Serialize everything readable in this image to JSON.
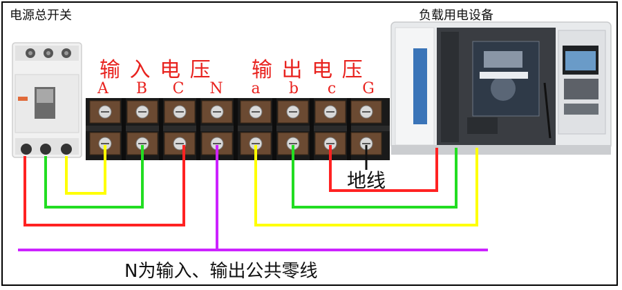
{
  "labels": {
    "main_switch": "电源总开关",
    "load_device": "负载用电设备",
    "input_voltage": "输 入 电 压",
    "output_voltage": "输 出 电 压",
    "ground_wire": "地线",
    "neutral_note": "N为输入、输出公共零线"
  },
  "terminals": {
    "A": "A",
    "B": "B",
    "C": "C",
    "N": "N",
    "a": "a",
    "b": "b",
    "c": "c",
    "G": "G"
  },
  "wire_colors": {
    "phase_A": "#ff2222",
    "phase_B": "#22dd22",
    "phase_C": "#ffff00",
    "neutral": "#cc22ff",
    "ground": "#111111"
  }
}
